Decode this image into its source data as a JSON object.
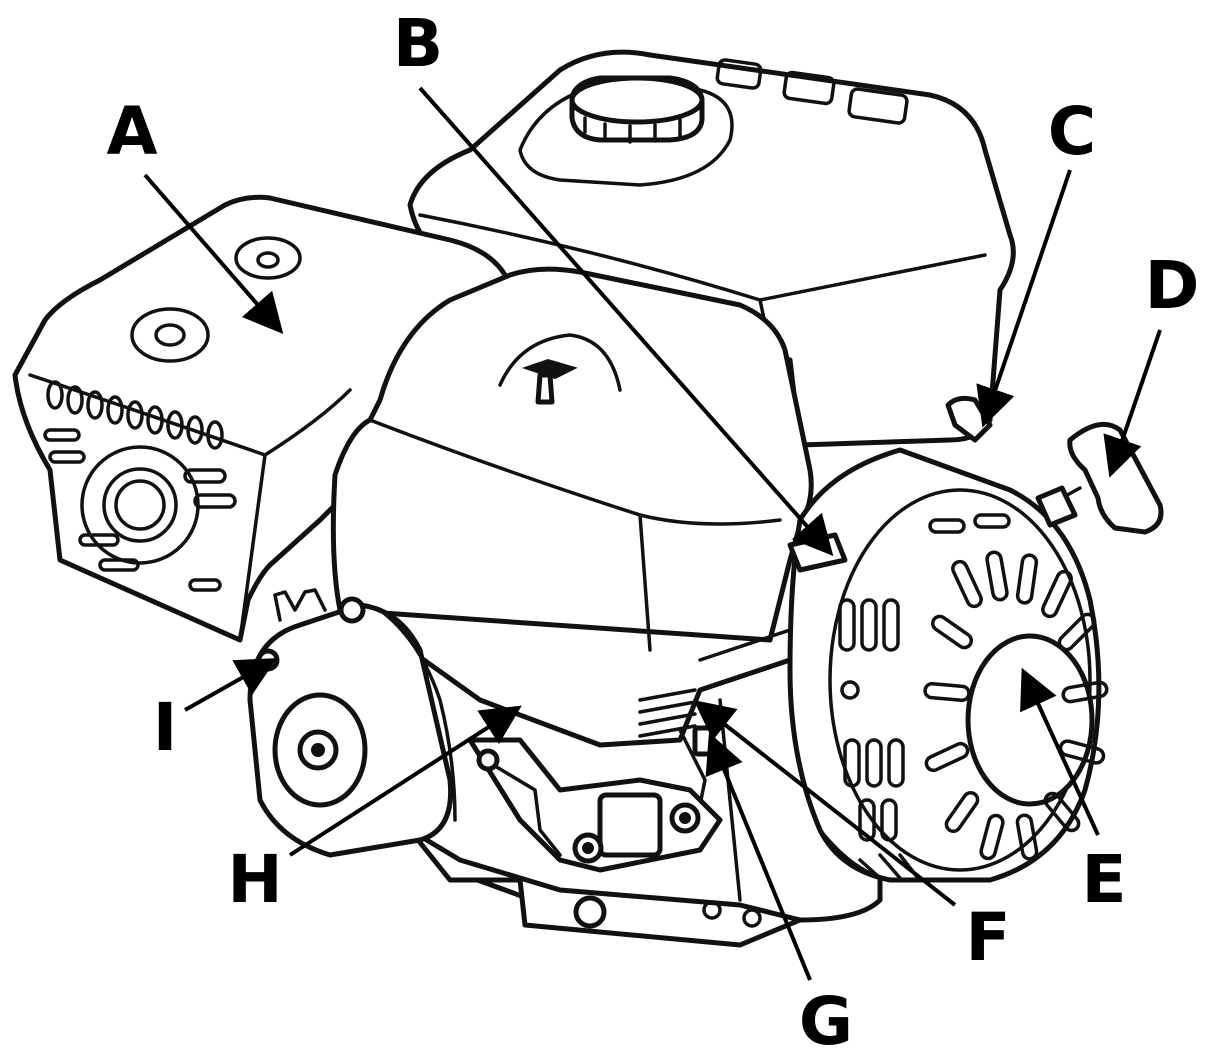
{
  "callouts": [
    {
      "id": "a",
      "label": "A"
    },
    {
      "id": "b",
      "label": "B"
    },
    {
      "id": "c",
      "label": "C"
    },
    {
      "id": "d",
      "label": "D"
    },
    {
      "id": "e",
      "label": "E"
    },
    {
      "id": "f",
      "label": "F"
    },
    {
      "id": "g",
      "label": "G"
    },
    {
      "id": "h",
      "label": "H"
    },
    {
      "id": "i",
      "label": "I"
    }
  ]
}
